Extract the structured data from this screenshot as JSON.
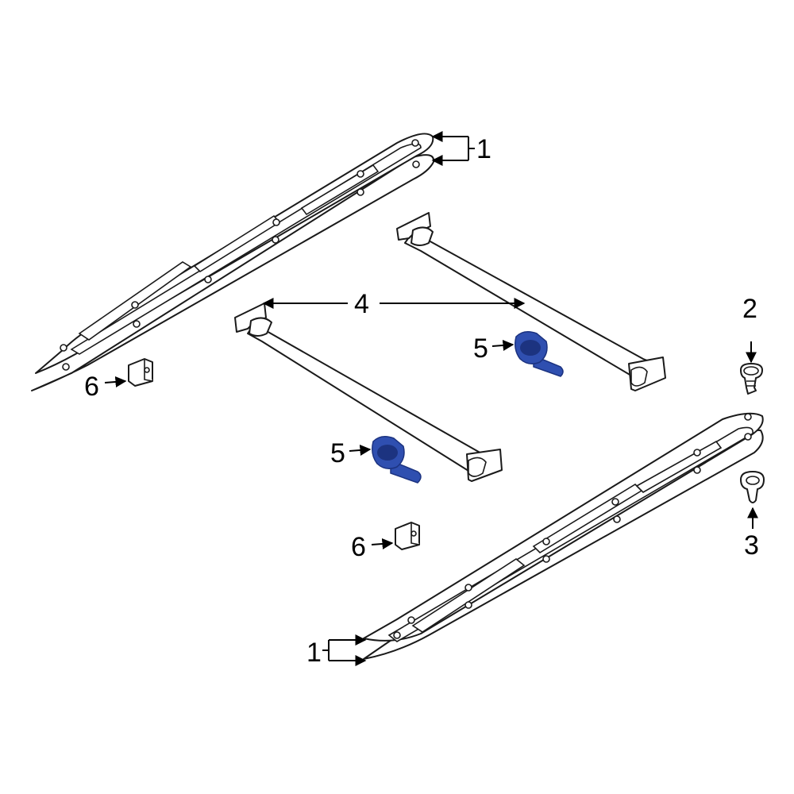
{
  "diagram": {
    "colors": {
      "outline": "#1a1a1a",
      "part_fill": "#ffffff",
      "highlight_part": "#2f4fb0",
      "highlight_shade": "#1c3380",
      "background": "#ffffff"
    },
    "callouts": {
      "roof_rack_side_rail_top": "1",
      "roof_rack_side_rail_bottom": "1",
      "crossbar": "4",
      "bolt_upper": "5",
      "bolt_lower": "5",
      "clip_upper": "6",
      "clip_lower": "6",
      "grommet_upper": "2",
      "grommet_lower": "3"
    }
  }
}
